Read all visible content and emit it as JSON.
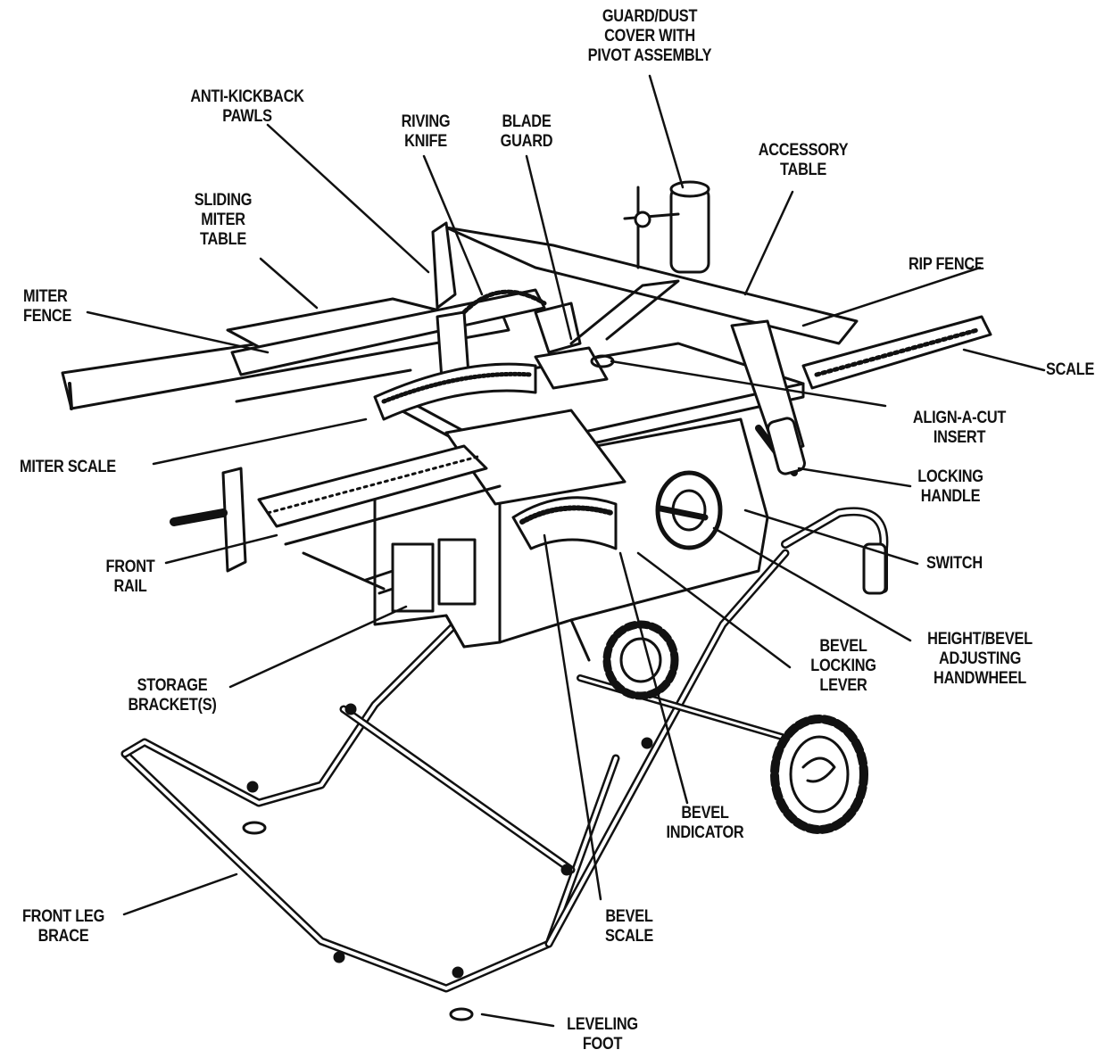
{
  "labels": {
    "guard_dust_cover": [
      "GUARD/DUST",
      "COVER WITH",
      "PIVOT ASSEMBLY"
    ],
    "anti_kickback_pawls": [
      "ANTI-KICKBACK",
      "PAWLS"
    ],
    "riving_knife": [
      "RIVING",
      "KNIFE"
    ],
    "blade_guard": [
      "BLADE",
      "GUARD"
    ],
    "accessory_table": [
      "ACCESSORY",
      "TABLE"
    ],
    "sliding_miter_table": [
      "SLIDING",
      "MITER",
      "TABLE"
    ],
    "rip_fence": [
      "RIP FENCE"
    ],
    "miter_fence": [
      "MITER",
      "FENCE"
    ],
    "scale": [
      "SCALE"
    ],
    "align_a_cut_insert": [
      "ALIGN-A-CUT",
      "INSERT"
    ],
    "miter_scale": [
      "MITER SCALE"
    ],
    "locking_handle": [
      "LOCKING",
      "HANDLE"
    ],
    "front_rail": [
      "FRONT",
      "RAIL"
    ],
    "switch": [
      "SWITCH"
    ],
    "height_bevel_handwheel": [
      "HEIGHT/BEVEL",
      "ADJUSTING",
      "HANDWHEEL"
    ],
    "storage_brackets": [
      "STORAGE",
      "BRACKET(S)"
    ],
    "bevel_locking_lever": [
      "BEVEL",
      "LOCKING",
      "LEVER"
    ],
    "bevel_indicator": [
      "BEVEL",
      "INDICATOR"
    ],
    "front_leg_brace": [
      "FRONT LEG",
      "BRACE"
    ],
    "bevel_scale": [
      "BEVEL",
      "SCALE"
    ],
    "leveling_foot": [
      "LEVELING",
      "FOOT"
    ]
  },
  "colors": {
    "ink": "#111111",
    "paper": "#ffffff"
  }
}
